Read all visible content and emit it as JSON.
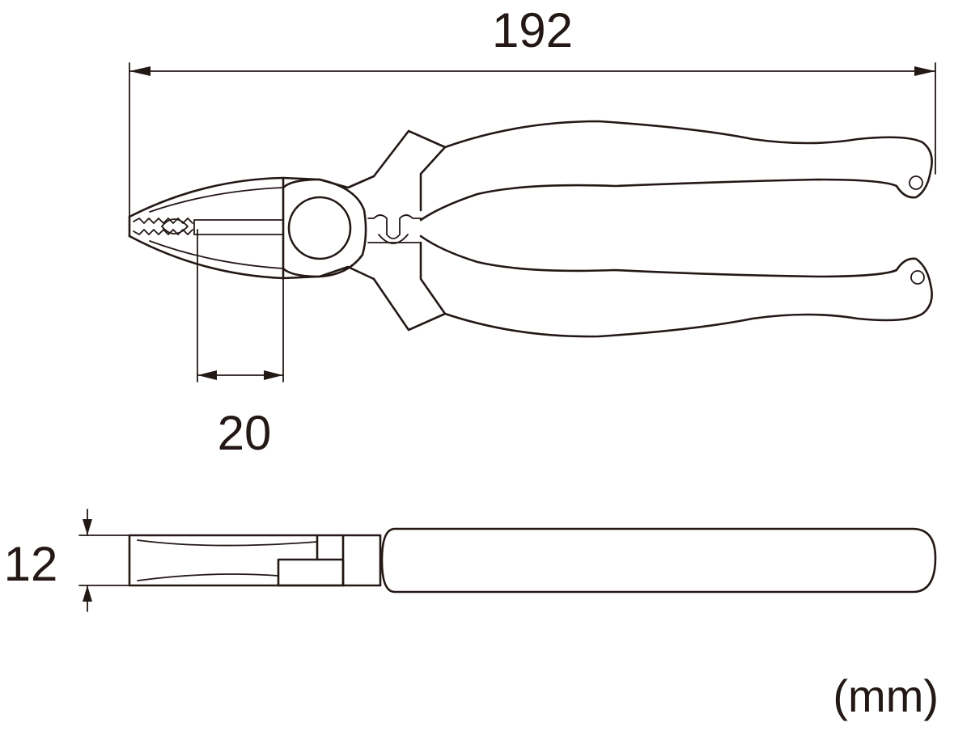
{
  "dimensions": {
    "overall_length": "192",
    "jaw_length": "20",
    "thickness": "12"
  },
  "unit_label": "(mm)",
  "colors": {
    "line": "#231815",
    "background": "#ffffff"
  }
}
